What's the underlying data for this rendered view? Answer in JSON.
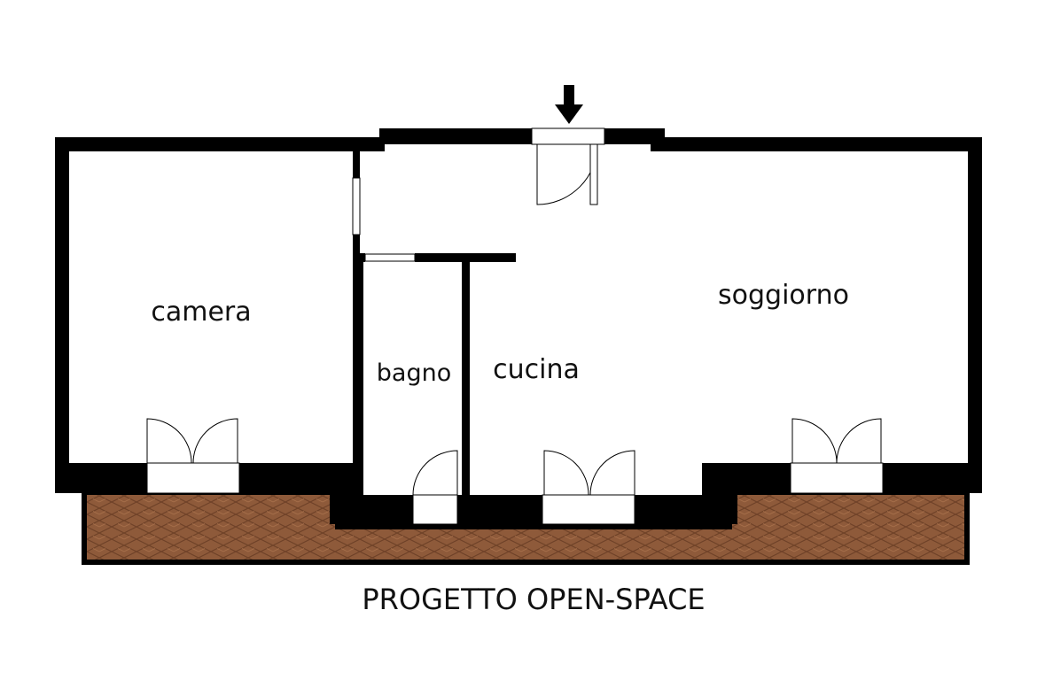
{
  "rooms": {
    "camera": "camera",
    "bagno": "bagno",
    "cucina": "cucina",
    "soggiorno": "soggiorno"
  },
  "caption": "PROGETTO OPEN-SPACE",
  "colors": {
    "wall": "#000000",
    "terrace": "#8e5a3a",
    "terrace_grout": "#6e4127",
    "background": "#ffffff"
  },
  "icons": {
    "entrance": "arrow-down-icon"
  }
}
